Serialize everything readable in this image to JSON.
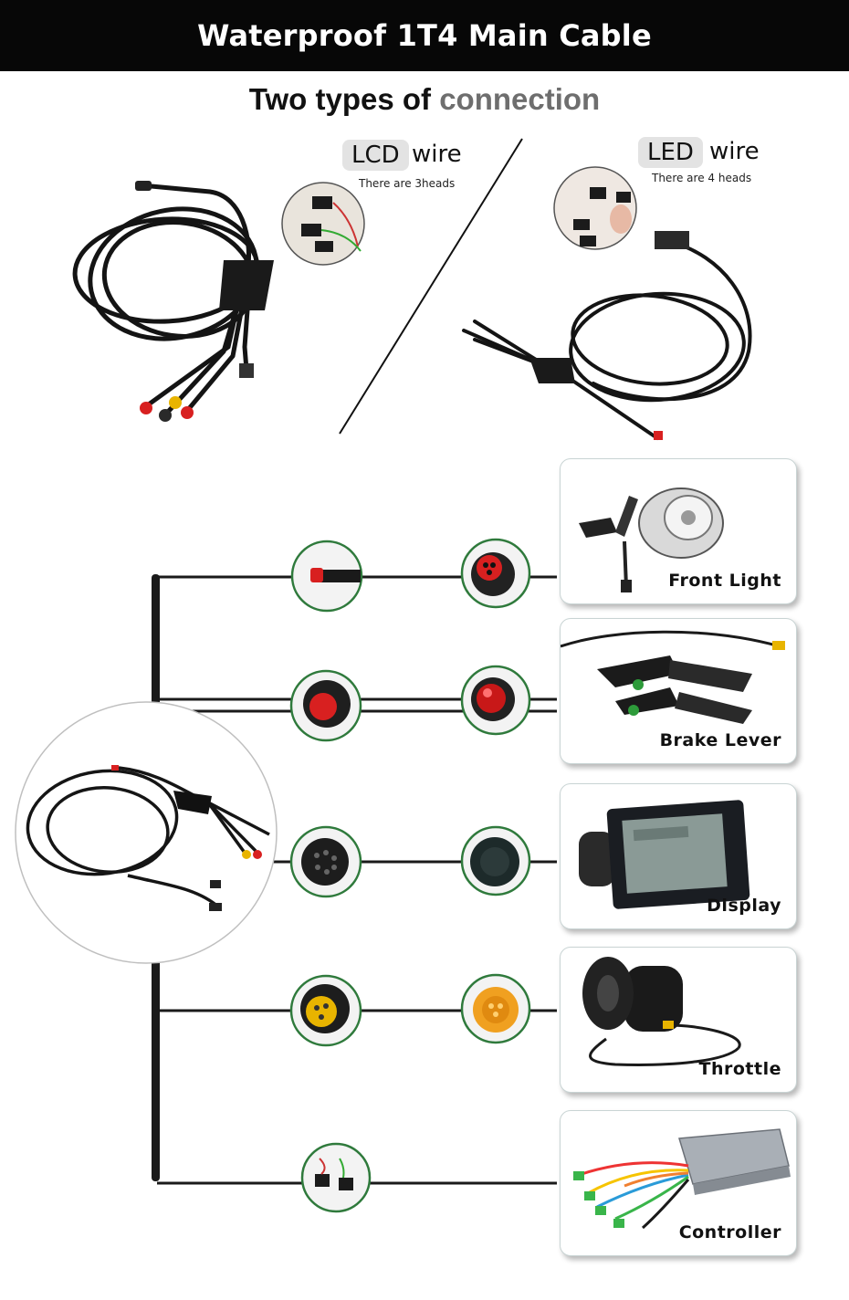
{
  "header": {
    "title": "Waterproof 1T4 Main Cable"
  },
  "subtitle": {
    "prefix": "Two types of",
    "accent": "connection"
  },
  "lcd": {
    "badge": "LCD",
    "word": "wire",
    "note": "There are 3heads"
  },
  "led": {
    "badge": "LED",
    "word": "wire",
    "note": "There are 4 heads"
  },
  "components": [
    {
      "label": "Front Light"
    },
    {
      "label": "Brake Lever"
    },
    {
      "label": "Display"
    },
    {
      "label": "Throttle"
    },
    {
      "label": "Controller"
    }
  ],
  "colors": {
    "header_bg": "#070707",
    "accent_text": "#6e6e6e",
    "ring_green": "#2f7a3c",
    "connector_red": "#d82020",
    "connector_yellow": "#e8b400",
    "connector_orange": "#f0a020"
  }
}
